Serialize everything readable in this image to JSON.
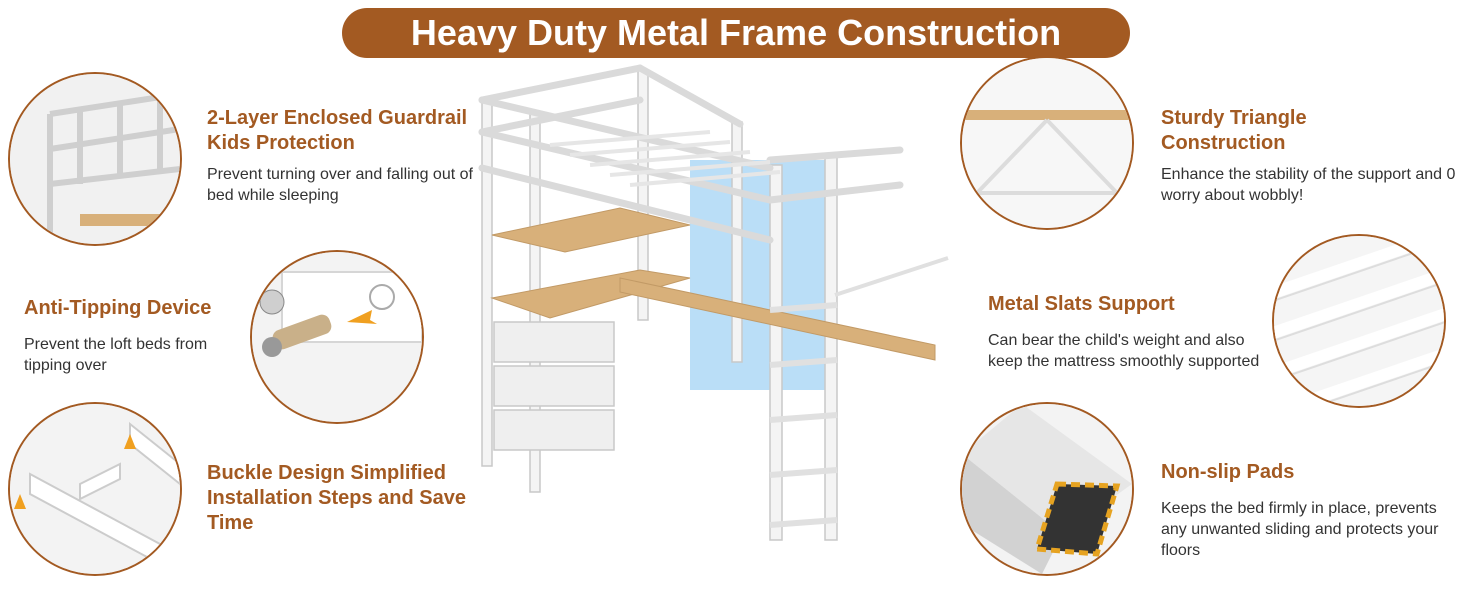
{
  "banner": {
    "title": "Heavy Duty Metal Frame Construction"
  },
  "features": {
    "guardrail": {
      "title": "2-Layer Enclosed Guardrail Kids Protection",
      "desc": "Prevent turning over and falling out of bed while sleeping",
      "icon": "guardrail-closeup"
    },
    "anti_tipping": {
      "title": "Anti-Tipping Device",
      "desc": "Prevent the loft beds from tipping over",
      "icon": "anti-tipping-bolt"
    },
    "buckle": {
      "title": "Buckle Design Simplified Installation Steps and Save Time",
      "desc": "",
      "icon": "buckle-joint"
    },
    "triangle": {
      "title": "Sturdy Triangle Construction",
      "desc": "Enhance the stability of the support and 0 worry about wobbly!",
      "icon": "triangle-brace"
    },
    "slats": {
      "title": "Metal Slats Support",
      "desc": "Can bear the child's weight and also keep the mattress smoothly supported",
      "icon": "metal-slats"
    },
    "pads": {
      "title": "Non-slip Pads",
      "desc": "Keeps the bed firmly in place, prevents any unwanted sliding and protects your floors",
      "icon": "non-slip-pad"
    }
  },
  "colors": {
    "accent": "#a35a22",
    "wood": "#d8b07a",
    "frame": "#f4f4f4",
    "led": "#a9d6f5"
  }
}
